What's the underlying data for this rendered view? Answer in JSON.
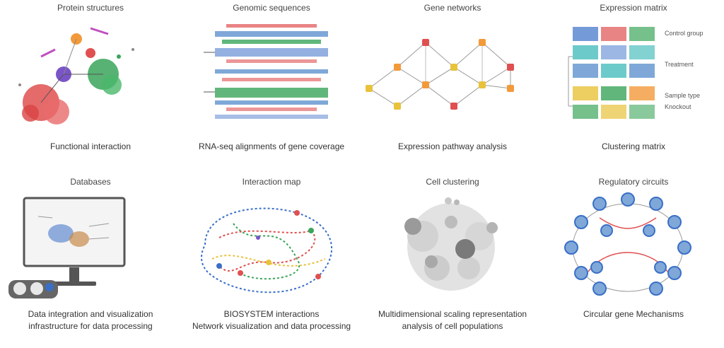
{
  "panels": [
    {
      "title": "Protein structures",
      "caption": [
        "Functional interaction"
      ]
    },
    {
      "title": "Genomic sequences",
      "caption": [
        "RNA-seq alignments of gene coverage"
      ]
    },
    {
      "title": "Gene networks",
      "caption": [
        "Expression pathway analysis"
      ]
    },
    {
      "title": "Expression matrix",
      "caption": [
        "Clustering matrix"
      ],
      "row_labels": [
        "Control group",
        "Treatment",
        "Sample type",
        "Knockout"
      ]
    },
    {
      "title": "Databases",
      "caption": [
        "Data integration and visualization",
        "infrastructure for data processing"
      ]
    },
    {
      "title": "Interaction map",
      "caption": [
        "BIOSYSTEM interactions",
        "Network visualization and data processing"
      ]
    },
    {
      "title": "Cell clustering",
      "caption": [
        "Multidimensional scaling representation",
        "analysis of cell populations"
      ]
    },
    {
      "title": "Regulatory circuits",
      "caption": [
        "Circular gene Mechanisms"
      ]
    }
  ],
  "colors": {
    "red": "#e05050",
    "green": "#3aa55a",
    "blue": "#3a6fc8",
    "purple": "#7a55c8",
    "orange": "#f29a3a",
    "yellow": "#e8c23a",
    "gray": "#9a9a9a",
    "teal": "#2fb4b4"
  }
}
